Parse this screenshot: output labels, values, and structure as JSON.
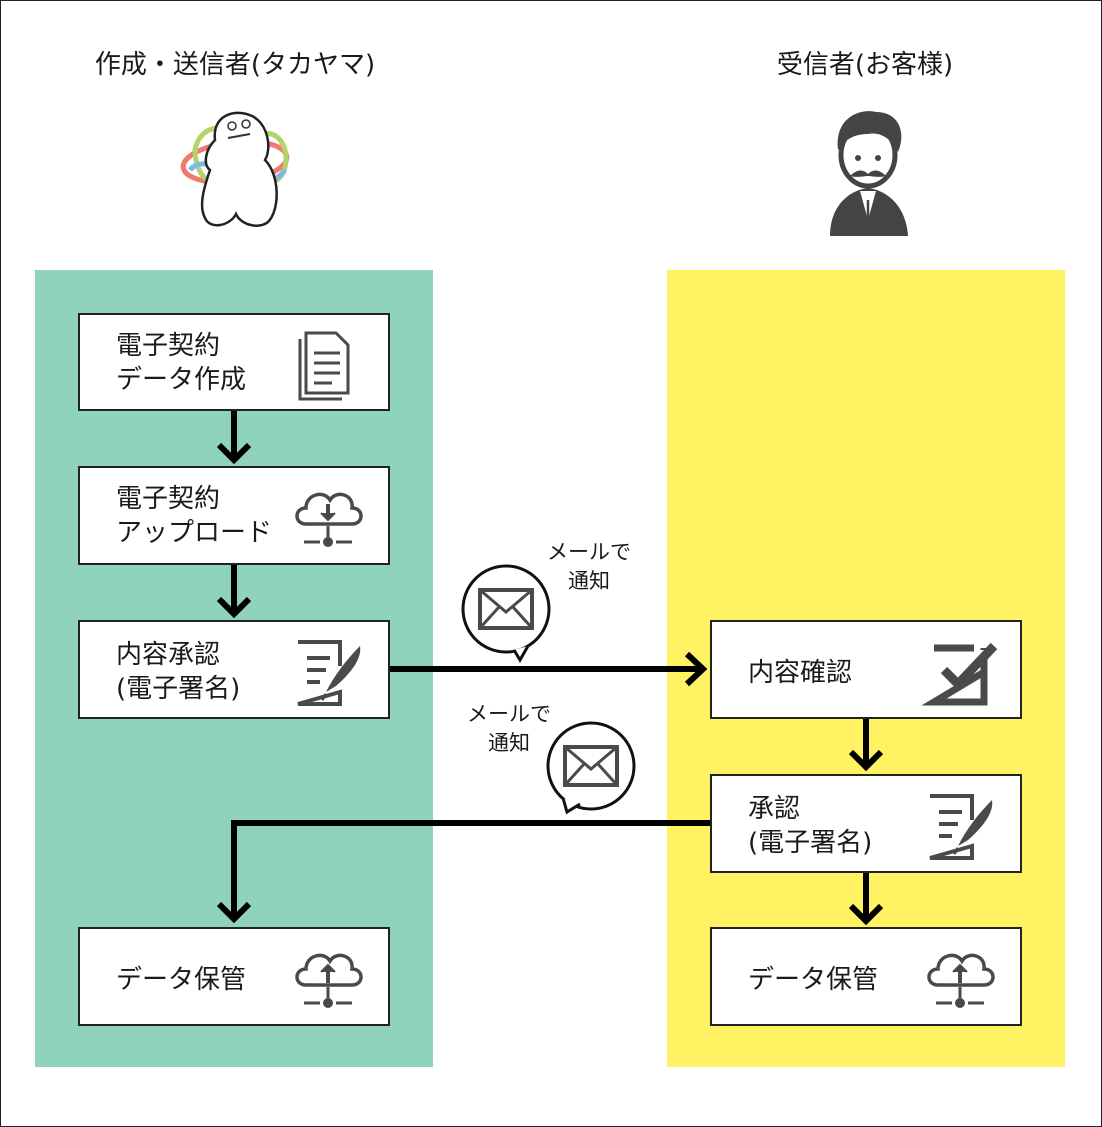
{
  "columns": {
    "sender_title": "作成・送信者(タカヤマ)",
    "receiver_title": "受信者(お客様)"
  },
  "sender_steps": [
    {
      "label": "電子契約\nデータ作成",
      "icon": "document-icon"
    },
    {
      "label": "電子契約\nアップロード",
      "icon": "cloud-download-icon"
    },
    {
      "label": "内容承認\n(電子署名)",
      "icon": "sign-document-icon"
    },
    {
      "label": "データ保管",
      "icon": "cloud-upload-icon"
    }
  ],
  "receiver_steps": [
    {
      "label": "内容確認",
      "icon": "checkbox-icon"
    },
    {
      "label": "承認\n(電子署名)",
      "icon": "sign-document-icon"
    },
    {
      "label": "データ保管",
      "icon": "cloud-upload-icon"
    }
  ],
  "notifications": [
    {
      "label": "メールで\n通知",
      "icon": "mail-bubble-icon"
    },
    {
      "label": "メールで\n通知",
      "icon": "mail-bubble-icon"
    }
  ],
  "colors": {
    "sender_panel": "#8fd3bd",
    "receiver_panel": "#fff263",
    "icon": "#4a4a4a",
    "arrow": "#000000"
  }
}
